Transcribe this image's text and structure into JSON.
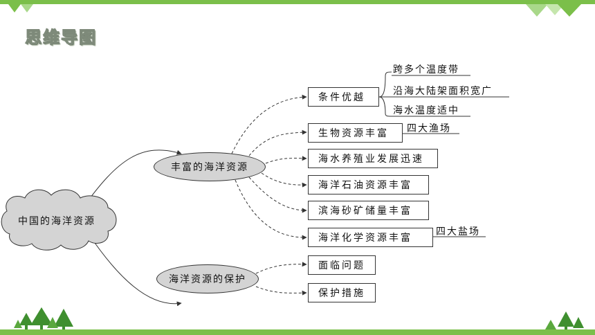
{
  "page": {
    "title": "思维导图"
  },
  "root": {
    "label": "中国的海洋资源"
  },
  "branches": [
    {
      "label": "丰富的海洋资源"
    },
    {
      "label": "海洋资源的保护"
    }
  ],
  "resources": [
    {
      "label": "条件优越"
    },
    {
      "label": "生物资源丰富"
    },
    {
      "label": "海水养殖业发展迅速"
    },
    {
      "label": "海洋石油资源丰富"
    },
    {
      "label": "滨海砂矿储量丰富"
    },
    {
      "label": "海洋化学资源丰富"
    }
  ],
  "conditions": [
    {
      "label": "跨多个温度带"
    },
    {
      "label": "沿海大陆架面积宽广"
    },
    {
      "label": "海水温度适中"
    }
  ],
  "notes": {
    "fishery": "四大渔场",
    "salt": "四大盐场"
  },
  "protection": [
    {
      "label": "面临问题"
    },
    {
      "label": "保护措施"
    }
  ],
  "colors": {
    "accent": "#7bbf4a",
    "node_fill": "#d4d4d4",
    "stroke": "#333333"
  }
}
